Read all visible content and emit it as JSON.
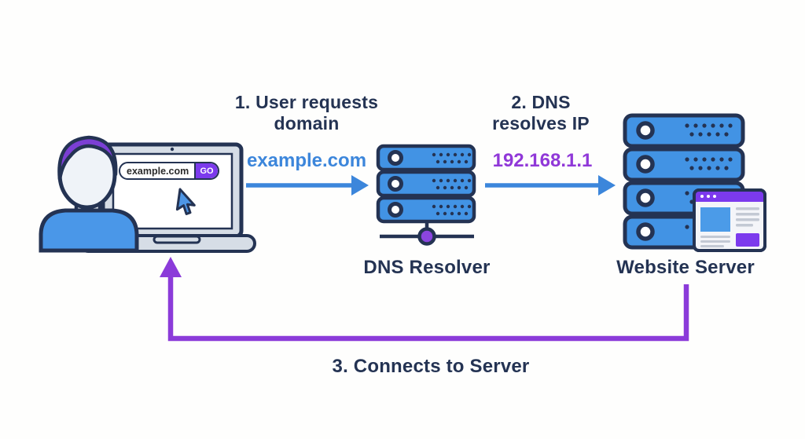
{
  "title": "DNS resolution flow diagram",
  "colors": {
    "background": "#FEFEFD",
    "text_navy": "#243353",
    "arrow_blue": "#3C86DB",
    "arrow_purple": "#8B3BD9",
    "value_blue": "#3C86DB",
    "value_purple": "#9038D8",
    "server_blue": "#4293E4",
    "accent_purple": "#7C3AED",
    "hair_purple": "#7B3FD4",
    "laptop_gray": "#D6DDE6"
  },
  "laptop_browser": {
    "url": "example.com",
    "go_label": "GO"
  },
  "flow": {
    "step1": {
      "label": "1. User requests domain",
      "value": "example.com"
    },
    "step2": {
      "label": "2. DNS resolves IP",
      "value": "192.168.1.1"
    },
    "step3": {
      "label": "3. Connects to Server"
    }
  },
  "nodes": {
    "user": {
      "icon": "person-at-laptop-icon"
    },
    "dns": {
      "label": "DNS Resolver",
      "icon": "dns-server-icon"
    },
    "web": {
      "label": "Website Server",
      "icon": "web-server-icon"
    }
  }
}
